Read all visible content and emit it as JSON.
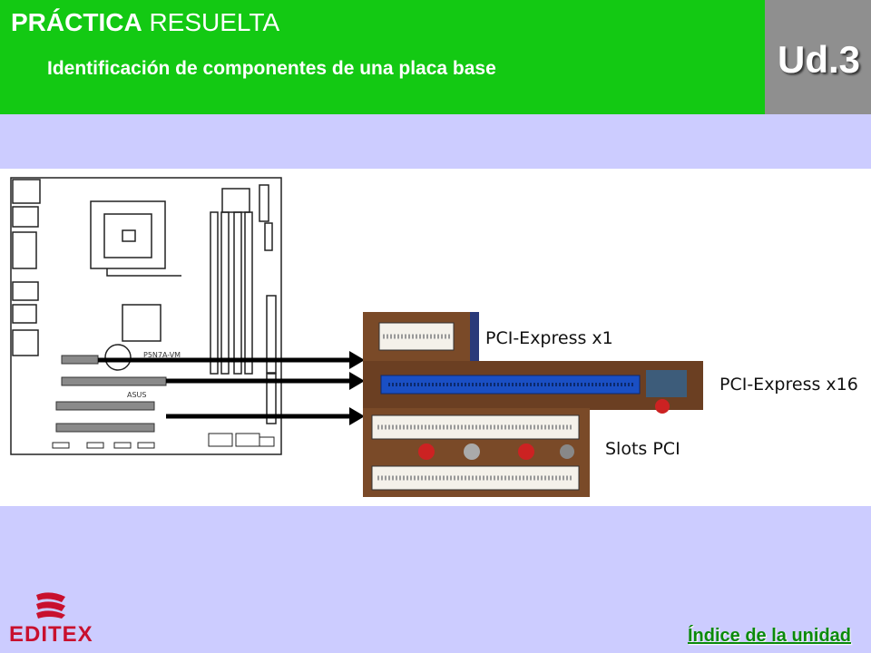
{
  "header": {
    "title_bold": "PRÁCTICA",
    "title_rest": " RESUELTA",
    "subtitle": "Identificación de componentes de una placa base",
    "unit": "Ud.3"
  },
  "figure": {
    "board_model": "P5N7A-VM",
    "board_brand": "ASUS",
    "labels": {
      "pcie_x1": "PCI-Express x1",
      "pcie_x16": "PCI-Express x16",
      "pci": "Slots PCI"
    }
  },
  "footer": {
    "logo_text": "EDITEX",
    "index_link": "Índice de la unidad"
  },
  "colors": {
    "header_green": "#13c913",
    "unit_gray": "#8f8f8f",
    "background": "#ccccff",
    "pcie_blue": "#1a4fc4",
    "logo_red": "#c8102e",
    "link_green": "#0a8a0a"
  }
}
